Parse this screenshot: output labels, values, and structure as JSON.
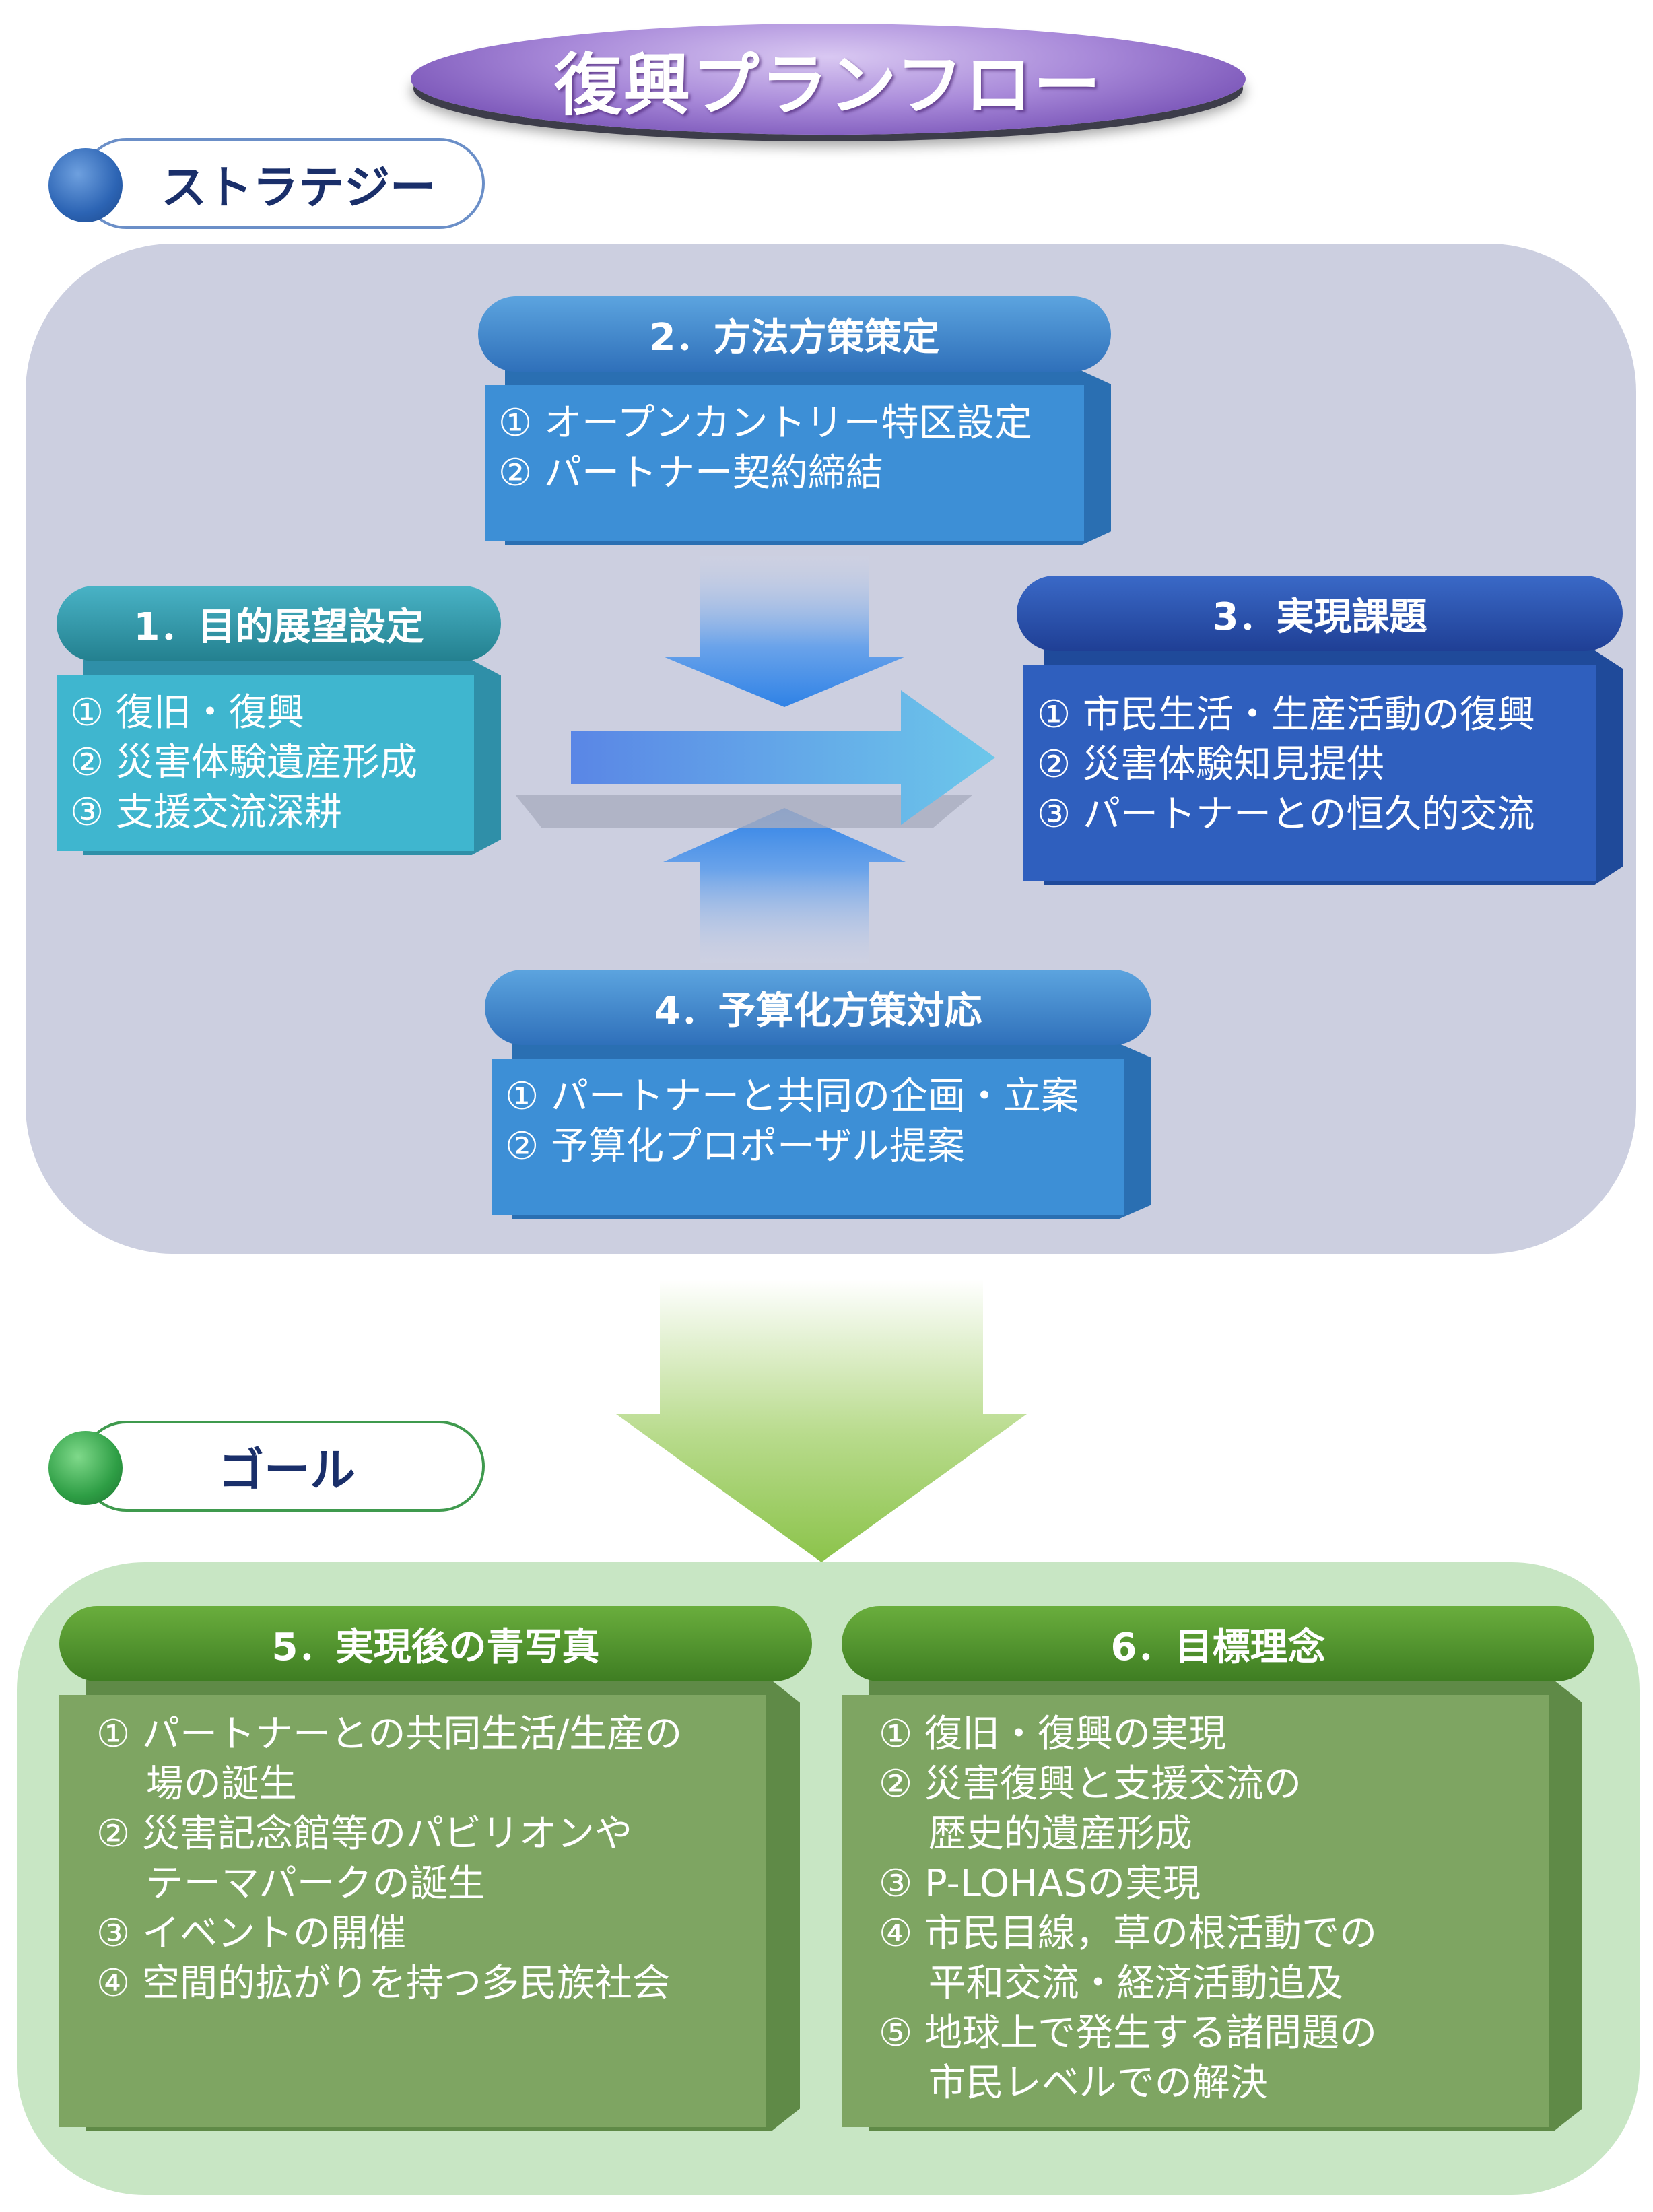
{
  "title": "復興プランフロー",
  "sections": {
    "strategy": "ストラテジー",
    "goal": "ゴール"
  },
  "boxes": {
    "b1": {
      "title": "1．目的展望設定",
      "items": [
        "① 復旧・復興",
        "② 災害体験遺産形成",
        "③ 支援交流深耕"
      ]
    },
    "b2": {
      "title": "2．方法方策策定",
      "items": [
        "① オープンカントリー特区設定",
        "② パートナー契約締結"
      ]
    },
    "b3": {
      "title": "3．実現課題",
      "items": [
        "① 市民生活・生産活動の復興",
        "② 災害体験知見提供",
        "③ パートナーとの恒久的交流"
      ]
    },
    "b4": {
      "title": "4．予算化方策対応",
      "items": [
        "① パートナーと共同の企画・立案",
        "② 予算化プロポーザル提案"
      ]
    },
    "b5": {
      "title": "5．実現後の青写真",
      "items": [
        "① パートナーとの共同生活/生産の",
        "　 場の誕生",
        "② 災害記念館等のパビリオンや",
        "　 テーマパークの誕生",
        "③ イベントの開催",
        "④ 空間的拡がりを持つ多民族社会"
      ]
    },
    "b6": {
      "title": "6．目標理念",
      "items": [
        "① 復旧・復興の実現",
        "② 災害復興と支援交流の",
        "　 歴史的遺産形成",
        "③ P-LOHASの実現",
        "④ 市民目線，草の根活動での",
        "　 平和交流・経済活動追及",
        "⑤ 地球上で発生する諸問題の",
        "　 市民レベルでの解決"
      ]
    }
  },
  "colors": {
    "b1": "#3fb6cf",
    "b2": "#3d8fd6",
    "b3": "#2f5fbe",
    "b4": "#3d8fd6",
    "goal": "#7ea562",
    "goal_title": "#4f8d2a"
  }
}
